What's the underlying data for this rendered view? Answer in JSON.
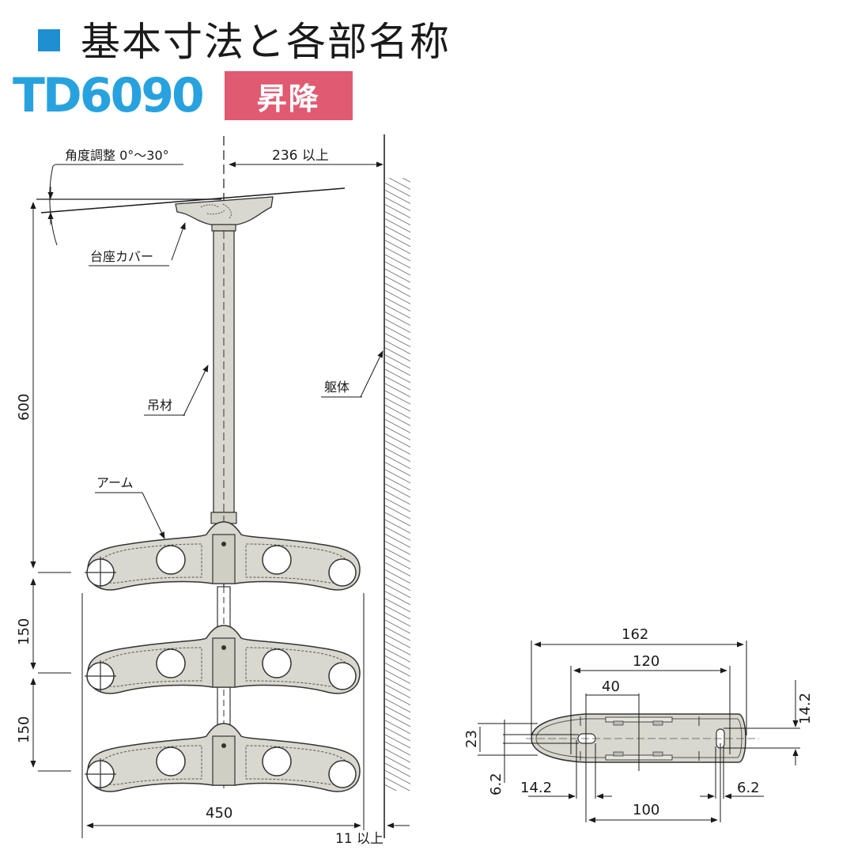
{
  "header": {
    "title": "基本寸法と各部名称",
    "title_marker_color": "#1e8fd0",
    "model": "TD6090",
    "model_color": "#27a2df",
    "badge": "昇降",
    "badge_color": "#e05a71"
  },
  "side_view": {
    "labels": {
      "angle_adjust": "角度調整 0°〜30°",
      "base_cover": "台座カバー",
      "hanger_rod": "吊材",
      "arm": "アーム",
      "structure": "躯体"
    },
    "dimensions": {
      "wall_clearance": "236 以上",
      "height_to_top_arm": "600",
      "arm_spacing_1": "150",
      "arm_spacing_2": "150",
      "arm_width": "450",
      "wall_gap": "11 以上"
    },
    "arm_count": 3
  },
  "plan_view": {
    "dimensions": {
      "overall_length": "162",
      "inner_length": "120",
      "center_offset": "40",
      "hole_pitch": "100",
      "height": "23",
      "slot_width_left": "6.2",
      "slot_length_left": "14.2",
      "slot_length_right": "14.2",
      "slot_width_right": "6.2"
    }
  },
  "colors": {
    "part_fill": "#d9d8ce",
    "line": "#1a1a1a"
  }
}
